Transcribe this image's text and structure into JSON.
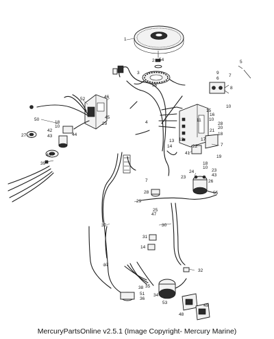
{
  "footer": {
    "text": "MercuryPartsOnline v2.5.1 (Image Copyright- Mercury Marine)"
  },
  "callouts": [
    "1",
    "2",
    "3",
    "4",
    "5",
    "6",
    "7",
    "8",
    "9",
    "10",
    "11",
    "12",
    "13",
    "14",
    "15",
    "16",
    "17",
    "18",
    "19",
    "20",
    "21",
    "22",
    "23",
    "24",
    "25",
    "26",
    "27",
    "28",
    "29",
    "30",
    "31",
    "32",
    "33",
    "34",
    "35",
    "36",
    "37",
    "38",
    "39",
    "40",
    "41",
    "42",
    "43",
    "44",
    "45",
    "46",
    "47",
    "48",
    "49",
    "50",
    "51",
    "52",
    "53",
    "54",
    "55",
    "56"
  ]
}
